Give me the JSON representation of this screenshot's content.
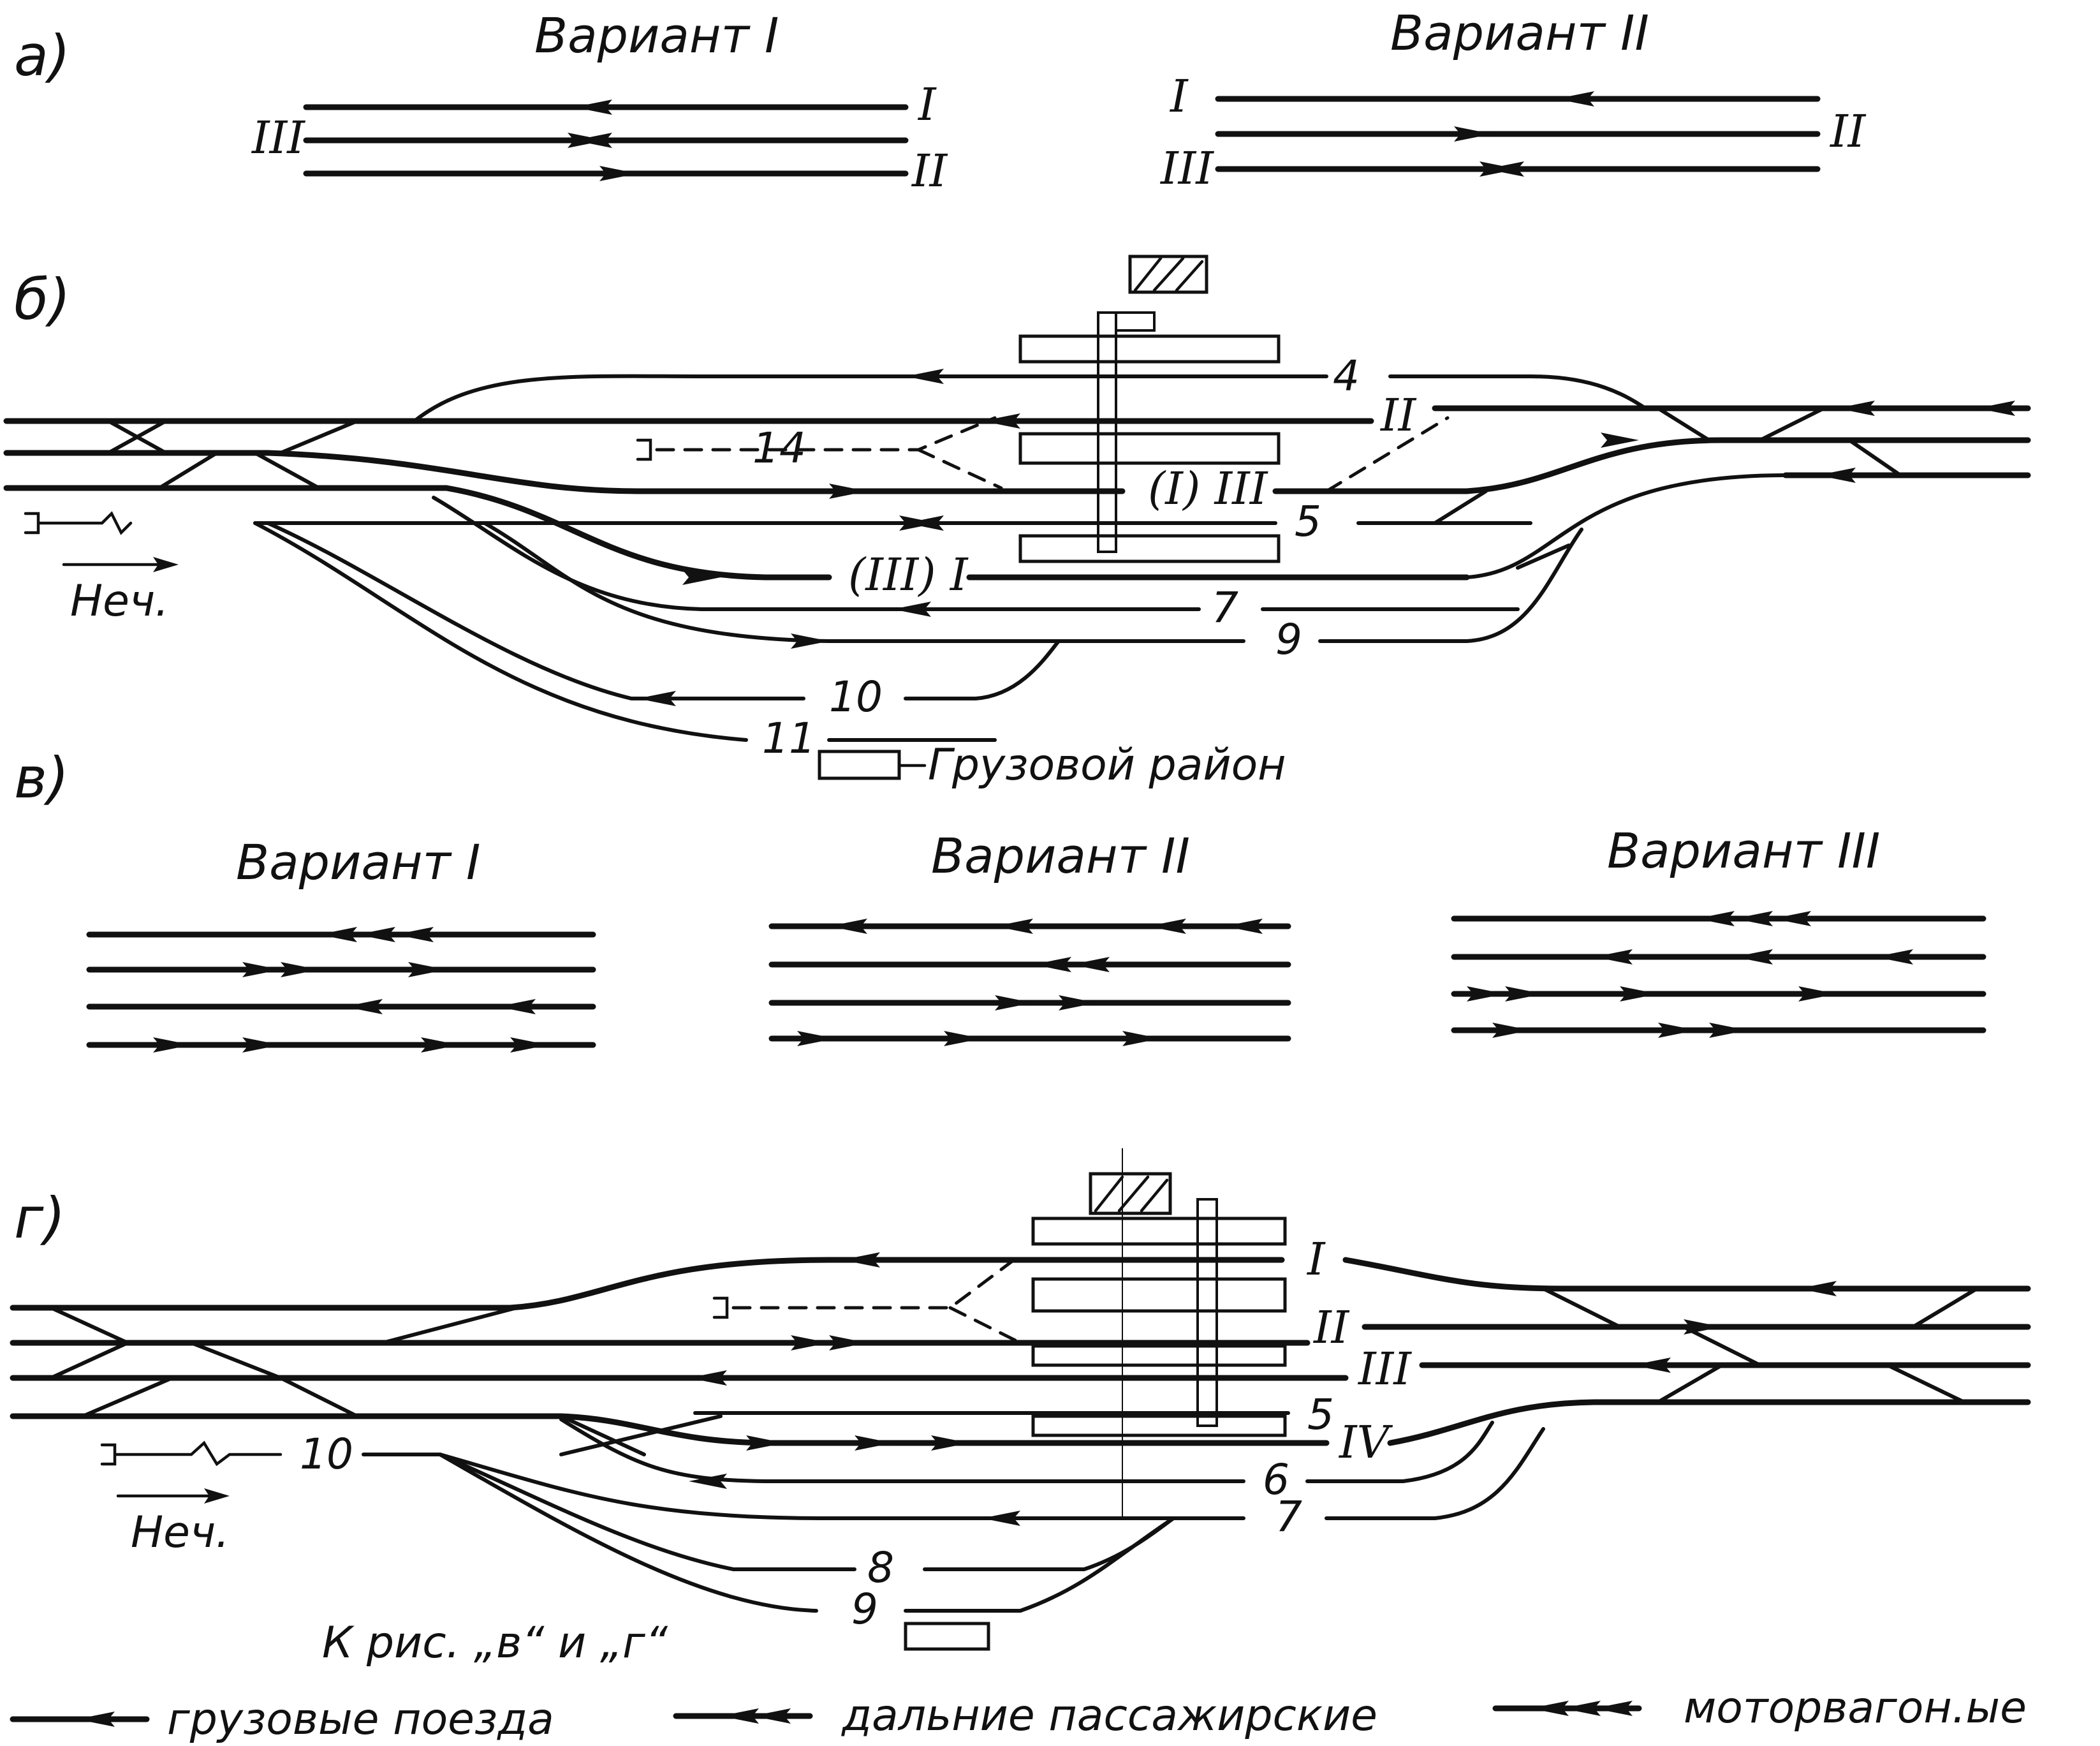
{
  "sections": {
    "a": {
      "label": "а)",
      "variants": [
        "Вариант I",
        "Вариант II"
      ],
      "v1_tracks": [
        "I",
        "III",
        "II"
      ],
      "v2_tracks": [
        "I",
        "II",
        "III"
      ]
    },
    "b": {
      "label": "б)",
      "tracks": [
        "II",
        "(I) III",
        "(III) I",
        "4",
        "5",
        "7",
        "9",
        "10",
        "11",
        "14"
      ],
      "direction": "Неч.",
      "freight_area": "Грузовой район"
    },
    "c": {
      "label": "в)",
      "variants": [
        "Вариант I",
        "Вариант II",
        "Вариант III"
      ]
    },
    "d": {
      "label": "г)",
      "tracks": [
        "I",
        "II",
        "III",
        "IV",
        "5",
        "6",
        "7",
        "8",
        "9",
        "10"
      ],
      "direction": "Неч."
    }
  },
  "footnote": "К рис. „в“ и „г“",
  "legend": {
    "freight": "грузовые поезда",
    "long_distance": "дальние пассажирские",
    "multiple_unit": "моторвагон.ые"
  }
}
